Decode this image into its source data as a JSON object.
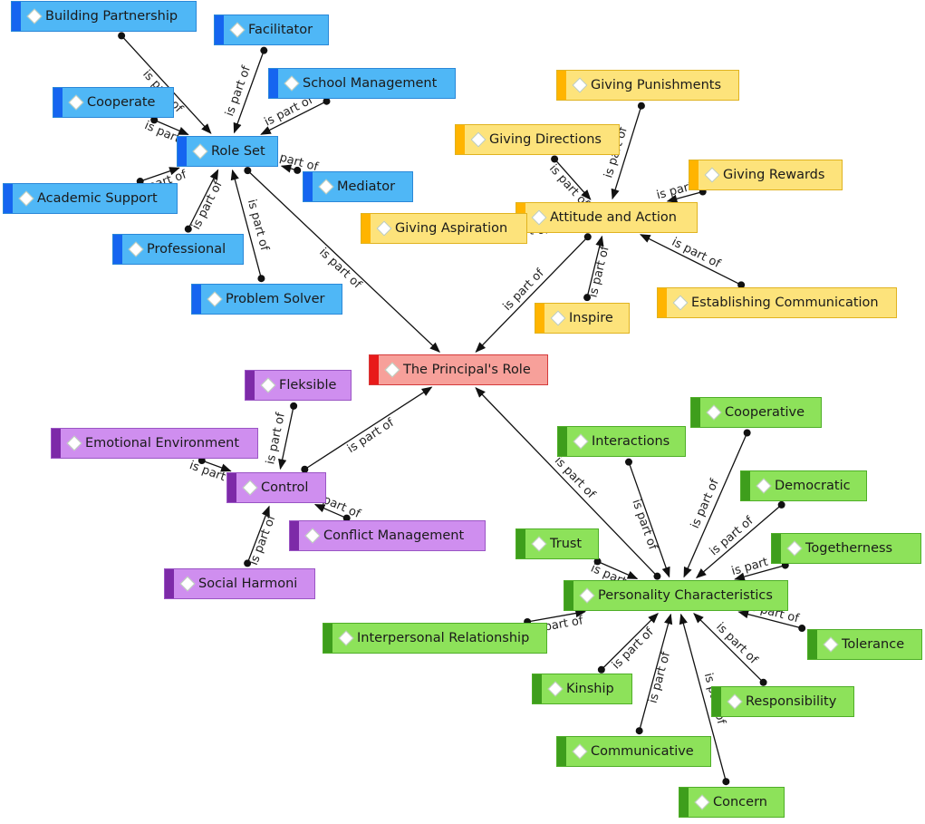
{
  "colors": {
    "blue": {
      "fill": "#4fb7f6",
      "bar": "#1565f0",
      "border": "#2a88d8"
    },
    "yellow": {
      "fill": "#fde37b",
      "bar": "#ffb400",
      "border": "#e0b320"
    },
    "red": {
      "fill": "#f7a09a",
      "bar": "#e81a1a",
      "border": "#d43a3a"
    },
    "purple": {
      "fill": "#cf8eef",
      "bar": "#7d2aa8",
      "border": "#9a55c4"
    },
    "green": {
      "fill": "#8de25a",
      "bar": "#3e9e1c",
      "border": "#4fae28"
    },
    "edge": "#111111"
  },
  "icon": "diamond-icon",
  "relation_label": "is part of",
  "nodes": [
    {
      "id": "principal",
      "label": "The Principal's Role",
      "group": "red"
    },
    {
      "id": "roleset",
      "label": "Role Set",
      "group": "blue"
    },
    {
      "id": "building",
      "label": "Building Partnership",
      "group": "blue"
    },
    {
      "id": "facilitator",
      "label": "Facilitator",
      "group": "blue"
    },
    {
      "id": "schoolmgmt",
      "label": "School Management",
      "group": "blue"
    },
    {
      "id": "cooperate",
      "label": "Cooperate",
      "group": "blue"
    },
    {
      "id": "mediator",
      "label": "Mediator",
      "group": "blue"
    },
    {
      "id": "academic",
      "label": "Academic Support",
      "group": "blue"
    },
    {
      "id": "professional",
      "label": "Professional",
      "group": "blue"
    },
    {
      "id": "problem",
      "label": "Problem Solver",
      "group": "blue"
    },
    {
      "id": "attitude",
      "label": "Attitude and Action",
      "group": "yellow"
    },
    {
      "id": "punish",
      "label": "Giving Punishments",
      "group": "yellow"
    },
    {
      "id": "directions",
      "label": "Giving Directions",
      "group": "yellow"
    },
    {
      "id": "rewards",
      "label": "Giving Rewards",
      "group": "yellow"
    },
    {
      "id": "aspiration",
      "label": "Giving Aspiration",
      "group": "yellow"
    },
    {
      "id": "establish",
      "label": "Establishing Communication",
      "group": "yellow"
    },
    {
      "id": "inspire",
      "label": "Inspire",
      "group": "yellow"
    },
    {
      "id": "control",
      "label": "Control",
      "group": "purple"
    },
    {
      "id": "fleksible",
      "label": "Fleksible",
      "group": "purple"
    },
    {
      "id": "emotional",
      "label": "Emotional Environment",
      "group": "purple"
    },
    {
      "id": "conflict",
      "label": "Conflict Management",
      "group": "purple"
    },
    {
      "id": "harmoni",
      "label": "Social Harmoni",
      "group": "purple"
    },
    {
      "id": "personality",
      "label": "Personality Characteristics",
      "group": "green"
    },
    {
      "id": "cooperative",
      "label": "Cooperative",
      "group": "green"
    },
    {
      "id": "interactions",
      "label": "Interactions",
      "group": "green"
    },
    {
      "id": "democratic",
      "label": "Democratic",
      "group": "green"
    },
    {
      "id": "trust",
      "label": "Trust",
      "group": "green"
    },
    {
      "id": "together",
      "label": "Togetherness",
      "group": "green"
    },
    {
      "id": "interpersonal",
      "label": "Interpersonal Relationship",
      "group": "green"
    },
    {
      "id": "tolerance",
      "label": "Tolerance",
      "group": "green"
    },
    {
      "id": "kinship",
      "label": "Kinship",
      "group": "green"
    },
    {
      "id": "responsibility",
      "label": "Responsibility",
      "group": "green"
    },
    {
      "id": "communicative",
      "label": "Communicative",
      "group": "green"
    },
    {
      "id": "concern",
      "label": "Concern",
      "group": "green"
    }
  ],
  "edges": [
    {
      "from": "roleset",
      "to": "principal"
    },
    {
      "from": "attitude",
      "to": "principal"
    },
    {
      "from": "control",
      "to": "principal"
    },
    {
      "from": "personality",
      "to": "principal"
    },
    {
      "from": "building",
      "to": "roleset"
    },
    {
      "from": "facilitator",
      "to": "roleset"
    },
    {
      "from": "schoolmgmt",
      "to": "roleset"
    },
    {
      "from": "cooperate",
      "to": "roleset"
    },
    {
      "from": "mediator",
      "to": "roleset"
    },
    {
      "from": "academic",
      "to": "roleset"
    },
    {
      "from": "professional",
      "to": "roleset"
    },
    {
      "from": "problem",
      "to": "roleset"
    },
    {
      "from": "punish",
      "to": "attitude"
    },
    {
      "from": "directions",
      "to": "attitude"
    },
    {
      "from": "rewards",
      "to": "attitude"
    },
    {
      "from": "aspiration",
      "to": "attitude"
    },
    {
      "from": "establish",
      "to": "attitude"
    },
    {
      "from": "inspire",
      "to": "attitude"
    },
    {
      "from": "fleksible",
      "to": "control"
    },
    {
      "from": "emotional",
      "to": "control"
    },
    {
      "from": "conflict",
      "to": "control"
    },
    {
      "from": "harmoni",
      "to": "control"
    },
    {
      "from": "cooperative",
      "to": "personality"
    },
    {
      "from": "interactions",
      "to": "personality"
    },
    {
      "from": "democratic",
      "to": "personality"
    },
    {
      "from": "trust",
      "to": "personality"
    },
    {
      "from": "together",
      "to": "personality"
    },
    {
      "from": "interpersonal",
      "to": "personality"
    },
    {
      "from": "tolerance",
      "to": "personality"
    },
    {
      "from": "kinship",
      "to": "personality"
    },
    {
      "from": "responsibility",
      "to": "personality"
    },
    {
      "from": "communicative",
      "to": "personality"
    },
    {
      "from": "concern",
      "to": "personality"
    }
  ]
}
